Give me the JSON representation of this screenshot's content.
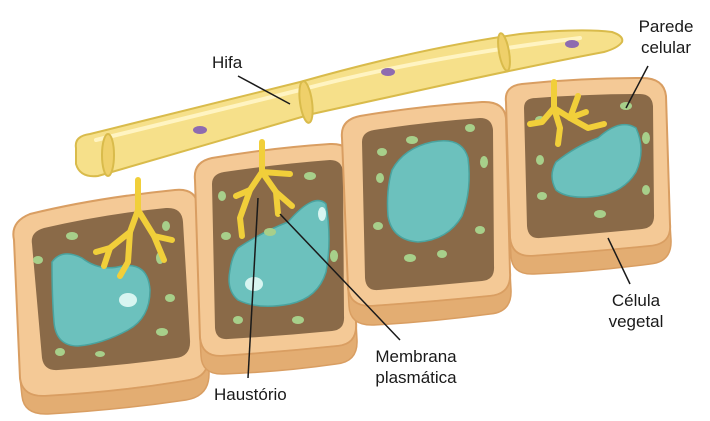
{
  "labels": {
    "hifa": "Hifa",
    "parede_line1": "Parede",
    "parede_line2": "celular",
    "haustorio": "Haustório",
    "membrana_line1": "Membrana",
    "membrana_line2": "plasmática",
    "celula_line1": "Célula",
    "celula_line2": "vegetal"
  },
  "colors": {
    "cell_wall": "#f4c996",
    "cell_wall_dark": "#e3ad72",
    "cytoplasm": "#8a6a48",
    "vacuole": "#6cc1bd",
    "vacuole_light": "#a9e2dc",
    "chloroplast": "#a7cf8a",
    "hypha": "#f6e08a",
    "hypha_dark": "#d9bb4b",
    "haustorium": "#f1cf3a",
    "nucleus": "#8e6bb0"
  }
}
